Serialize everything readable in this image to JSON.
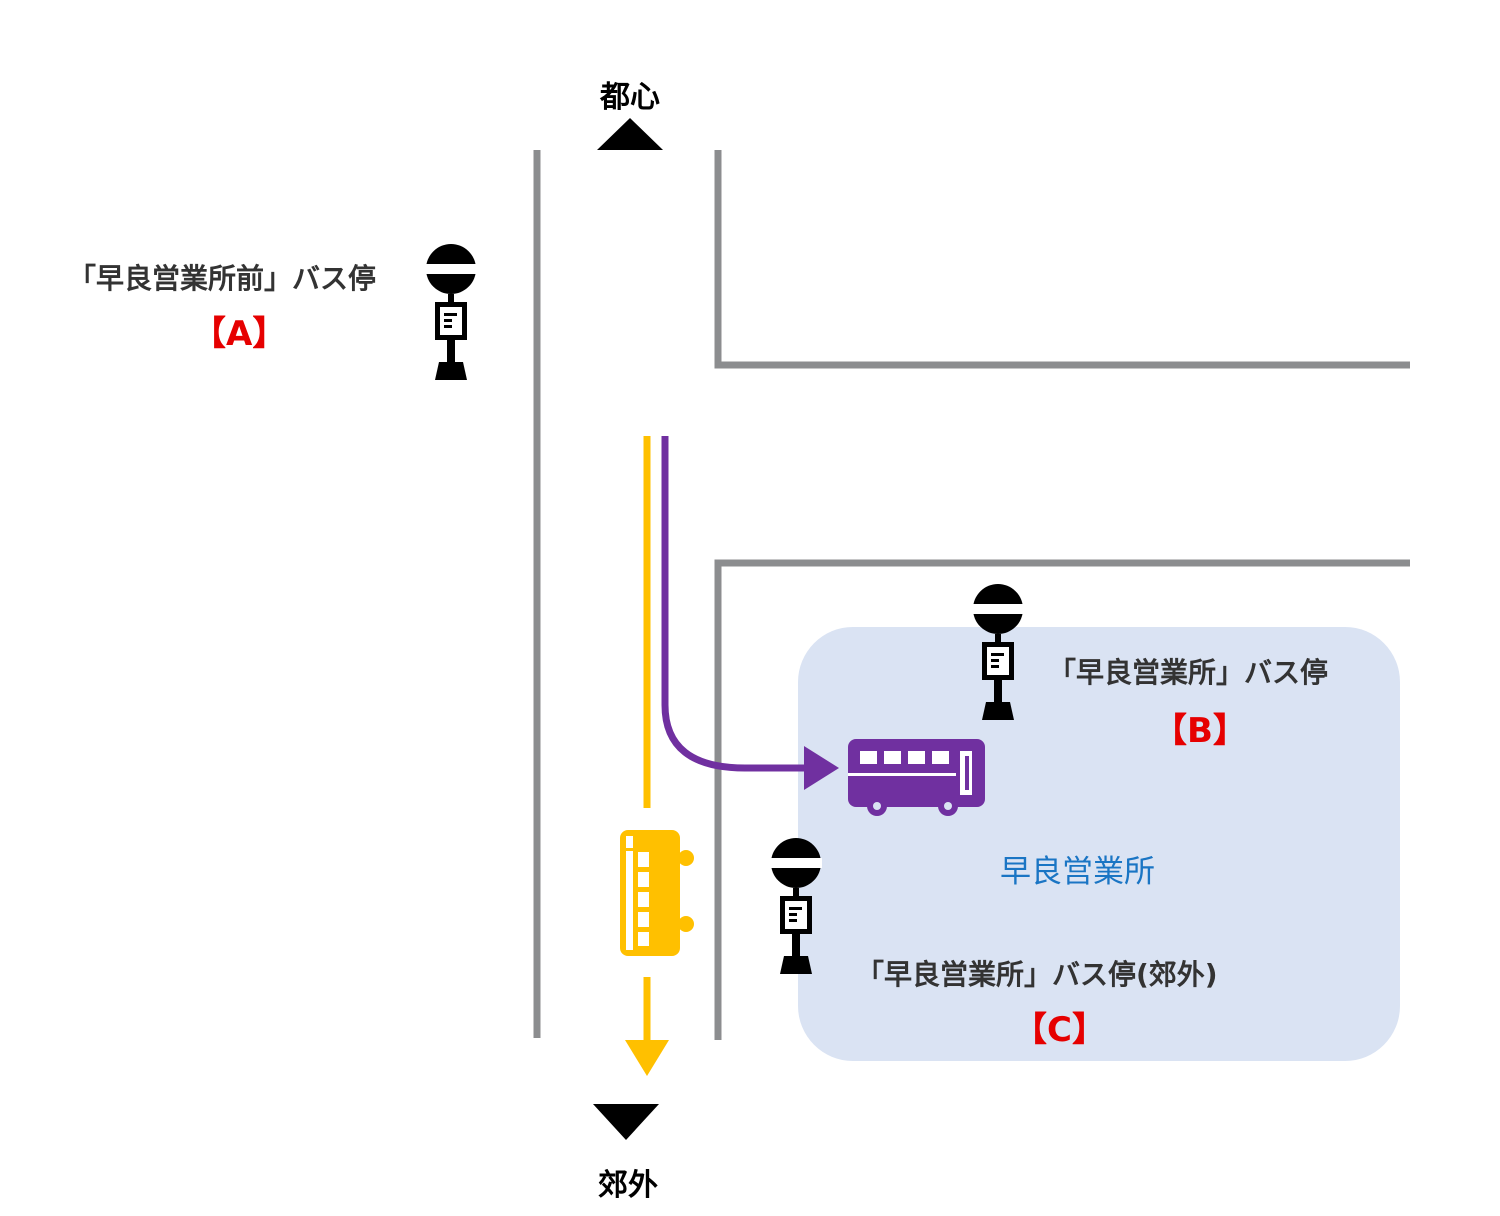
{
  "directions": {
    "north": "都心",
    "south": "郊外"
  },
  "stops": {
    "a": {
      "name": "「早良営業所前」バス停",
      "tag": "【A】"
    },
    "b": {
      "name": "「早良営業所」バス停",
      "tag": "【B】"
    },
    "c": {
      "name": "「早良営業所」バス停(郊外)",
      "tag": "【C】"
    }
  },
  "office": {
    "name": "早良営業所"
  },
  "colors": {
    "road": "#8c8d8f",
    "yellow_route": "#ffc000",
    "purple_route": "#7030a0",
    "office_area": "#dae3f3",
    "tag": "#e60000",
    "office_text": "#1a75c4"
  },
  "icons": {
    "bus_stop": "bus-stop-icon",
    "bus": "bus-icon",
    "triangle_up": "triangle-up-icon",
    "triangle_down": "triangle-down-icon"
  }
}
